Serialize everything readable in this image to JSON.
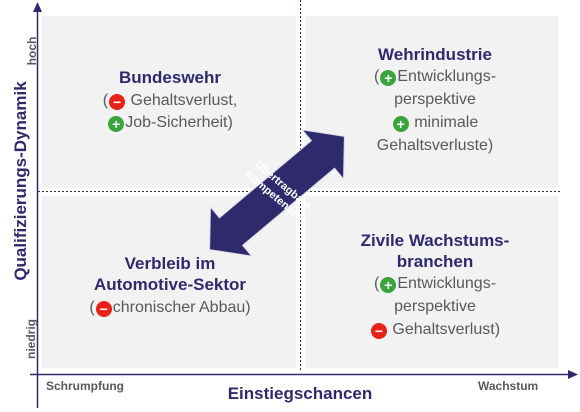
{
  "colors": {
    "navy": "#2e2a6c",
    "quadrant_bg": "#f2f2f2",
    "minus": "#e8221b",
    "plus": "#3aa43c",
    "text_gray": "#595959"
  },
  "axes": {
    "y_label": "Qualifizierungs-Dynamik",
    "y_high": "hoch",
    "y_low": "niedrig",
    "x_label": "Einstiegschancen",
    "x_low": "Schrumpfung",
    "x_high": "Wachstum"
  },
  "arrow": {
    "line1": "Übertragbare",
    "line2": "Kompetenzen"
  },
  "quadrants": {
    "top_left": {
      "title": "Bundeswehr",
      "lines": [
        {
          "pre": "(",
          "icon": "minus",
          "text": "Gehaltsverlust,"
        },
        {
          "pre": "",
          "icon": "plus",
          "text": "Job-Sicherheit)"
        }
      ]
    },
    "top_right": {
      "title": "Wehrindustrie",
      "lines": [
        {
          "pre": "(",
          "icon": "plus",
          "text": "Entwicklungs-"
        },
        {
          "pre": "",
          "icon": "",
          "text": "perspektive"
        },
        {
          "pre": "",
          "icon": "plus",
          "text": "minimale"
        },
        {
          "pre": "",
          "icon": "",
          "text": "Gehaltsverluste)"
        }
      ]
    },
    "bottom_left": {
      "title_line1": "Verbleib im",
      "title_line2": "Automotive-Sektor",
      "lines": [
        {
          "pre": "(",
          "icon": "minus",
          "text": "chronischer Abbau)"
        }
      ]
    },
    "bottom_right": {
      "title_line1": "Zivile Wachstums-",
      "title_line2": "branchen",
      "lines": [
        {
          "pre": "(",
          "icon": "plus",
          "text": "Entwicklungs-"
        },
        {
          "pre": "",
          "icon": "",
          "text": "perspektive"
        },
        {
          "pre": "",
          "icon": "minus",
          "text": "Gehaltsverlust)"
        }
      ]
    }
  },
  "icons": {
    "plus": "+",
    "minus": "−"
  }
}
